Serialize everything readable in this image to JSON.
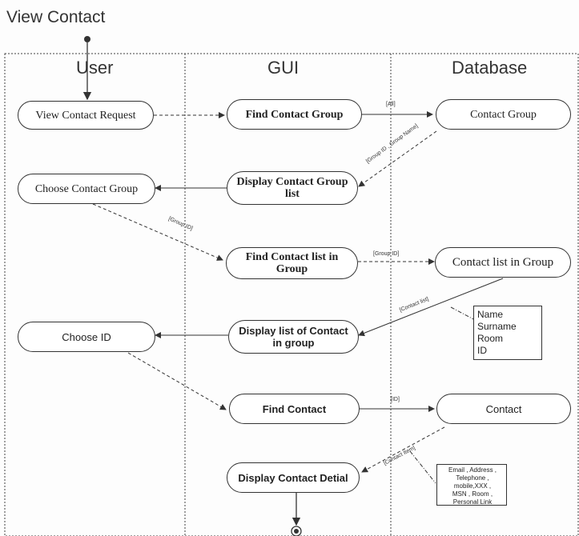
{
  "diagram": {
    "title": "View Contact",
    "lanes": [
      "User",
      "GUI",
      "Database"
    ],
    "nodes": {
      "view_contact_request": "View Contact Request",
      "find_contact_group": "Find Contact Group",
      "contact_group": "Contact Group",
      "display_contact_group_list": "Display Contact Group list",
      "choose_contact_group": "Choose Contact Group",
      "find_contact_list": "Find Contact list in Group",
      "contact_list_in_group": "Contact list in Group",
      "choose_id": "Choose ID",
      "display_list_of_contact": "Display list of Contact in group",
      "find_contact": "Find Contact",
      "contact": "Contact",
      "display_contact_detial": "Display Contact Detial"
    },
    "notes": {
      "contact_list_fields": [
        "Name",
        "Surname",
        "Room",
        "ID"
      ],
      "contact_detail_fields": [
        "Email , Address ,",
        "Telephone ,",
        "mobile,XXX ,",
        "MSN , Room ,",
        "Personal Link"
      ]
    },
    "guards": {
      "all": "[All]",
      "group_id_group_name": "[Group ID , Group Name]",
      "group_id_1": "[Group ID]",
      "group_id_2": "[Group ID]",
      "contact_list": "[Contact list]",
      "id": "[ID]",
      "contact_item": "[Contact Item]"
    }
  }
}
